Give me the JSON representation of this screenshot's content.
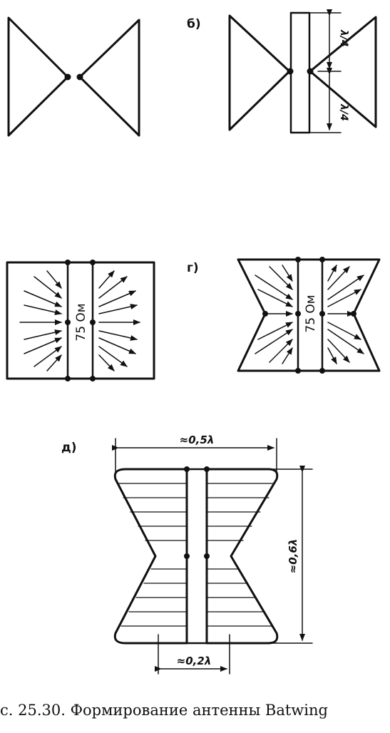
{
  "panels": {
    "b": {
      "label": "б)",
      "dim_top": "λ/4",
      "dim_bottom": "λ/4"
    },
    "v": {
      "impedance": "75 Ом"
    },
    "g": {
      "label": "г)",
      "impedance": "75 Ом"
    },
    "d": {
      "label": "д)",
      "width_dim": "≈0,5λ",
      "height_dim": "≈0,6λ",
      "gap_dim": "≈0,2λ"
    }
  },
  "caption": "с. 25.30. Формирование антенны Batwing"
}
